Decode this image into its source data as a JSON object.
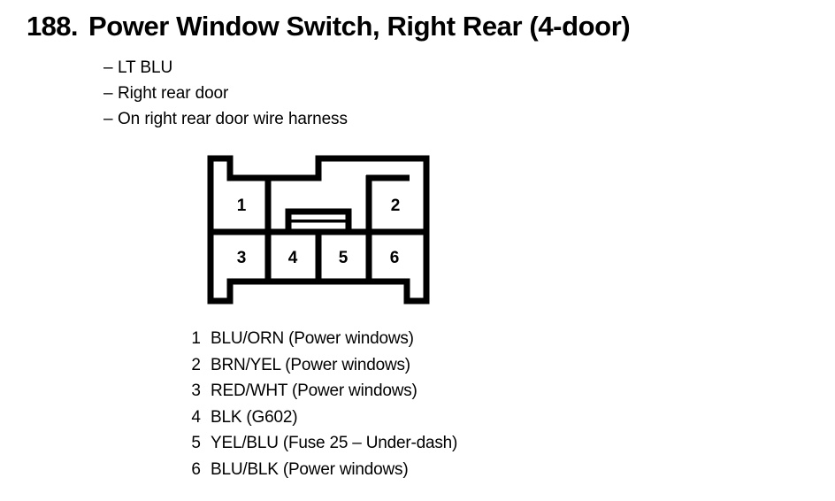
{
  "title": {
    "number": "188.",
    "name": "Power Window Switch, Right Rear (4-door)"
  },
  "subtitle": {
    "dash": "–",
    "items": [
      {
        "label": "LT BLU"
      },
      {
        "label": "Right rear door"
      },
      {
        "label": "On right rear door wire harness"
      }
    ]
  },
  "connector": {
    "top_row": [
      {
        "pin": "1"
      },
      {
        "pin": "2"
      }
    ],
    "bottom_row": [
      {
        "pin": "3"
      },
      {
        "pin": "4"
      },
      {
        "pin": "5"
      },
      {
        "pin": "6"
      }
    ],
    "outline_color": "#000000",
    "fill_color": "#ffffff"
  },
  "legend": [
    {
      "pin": "1",
      "desc": "BLU/ORN (Power windows)"
    },
    {
      "pin": "2",
      "desc": "BRN/YEL (Power windows)"
    },
    {
      "pin": "3",
      "desc": "RED/WHT (Power windows)"
    },
    {
      "pin": "4",
      "desc": "BLK (G602)"
    },
    {
      "pin": "5",
      "desc": "YEL/BLU (Fuse 25 – Under-dash)"
    },
    {
      "pin": "6",
      "desc": "BLU/BLK (Power windows)"
    }
  ]
}
